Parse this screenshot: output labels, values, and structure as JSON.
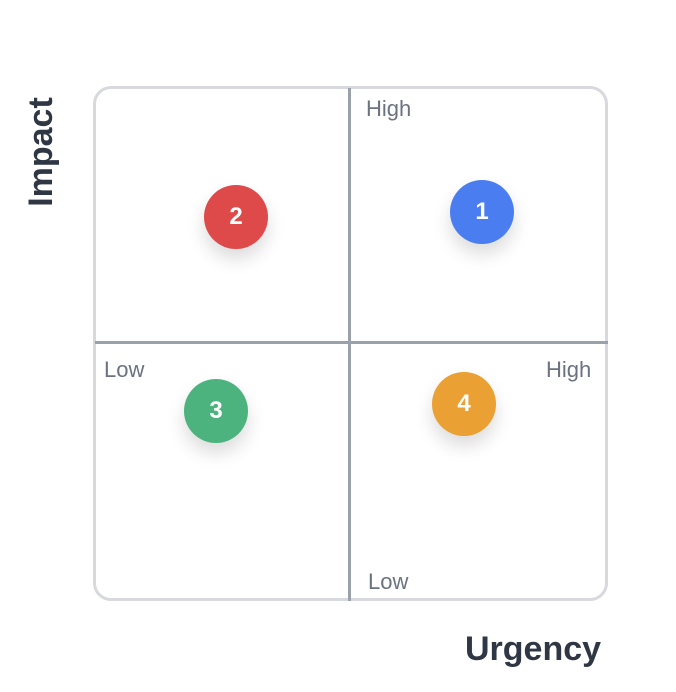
{
  "axes": {
    "x_title": "Urgency",
    "y_title": "Impact",
    "x_low": "Low",
    "x_high": "High",
    "y_low": "Low",
    "y_high": "High"
  },
  "items": [
    {
      "label": "1",
      "quadrant": "high urgency / high impact",
      "color": "#4a7ef0"
    },
    {
      "label": "2",
      "quadrant": "low urgency / high impact",
      "color": "#de4a4a"
    },
    {
      "label": "3",
      "quadrant": "low urgency / low impact",
      "color": "#4db37e"
    },
    {
      "label": "4",
      "quadrant": "high urgency / low impact",
      "color": "#eaa032"
    }
  ],
  "colors": {
    "border": "#d7d9de",
    "axis": "#9aa1ab",
    "tick_text": "#6b7280",
    "title_text": "#2f3644"
  }
}
